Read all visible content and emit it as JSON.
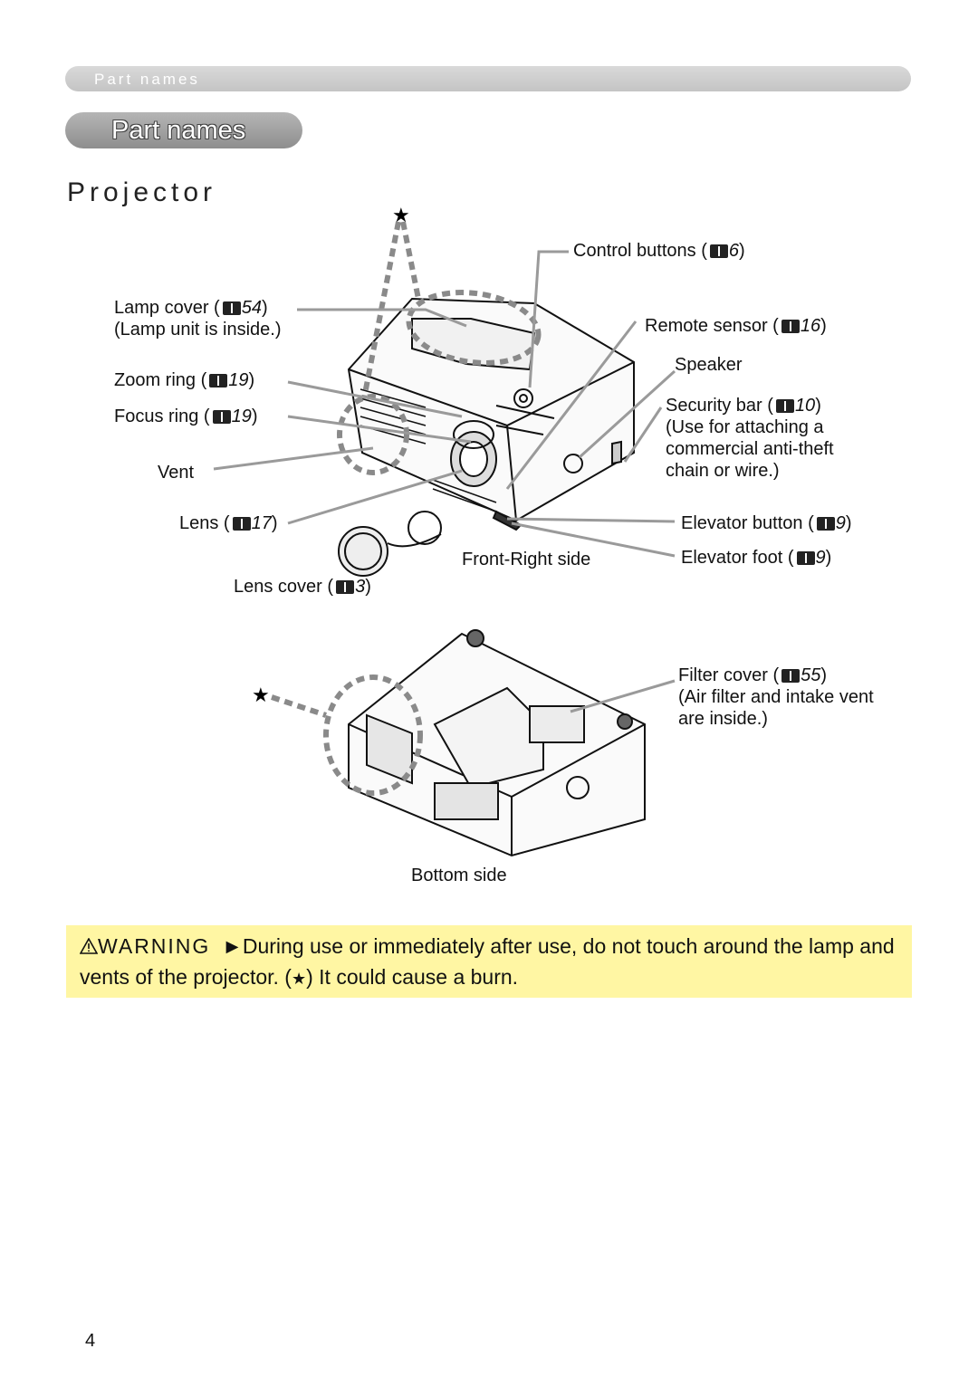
{
  "header": {
    "running_title": "Part names"
  },
  "section": {
    "title": "Part names"
  },
  "heading": "Projector",
  "labels": {
    "control_buttons": {
      "text": "Control buttons (",
      "page": "6"
    },
    "lamp_cover": {
      "text": "Lamp cover (",
      "page": "54",
      "note": "(Lamp unit is inside.)"
    },
    "remote_sensor": {
      "text": "Remote sensor (",
      "page": "16"
    },
    "speaker": "Speaker",
    "zoom_ring": {
      "text": "Zoom ring (",
      "page": "19"
    },
    "focus_ring": {
      "text": "Focus ring (",
      "page": "19"
    },
    "security_bar": {
      "text": "Security bar (",
      "page": "10",
      "line2": "(Use for attaching a",
      "line3": "commercial anti-theft",
      "line4": "chain or wire.)"
    },
    "vent": "Vent",
    "lens": {
      "text": "Lens (",
      "page": "17"
    },
    "elevator_button": {
      "text": "Elevator button (",
      "page": "9"
    },
    "front_right_side": "Front-Right side",
    "elevator_foot": {
      "text": "Elevator foot (",
      "page": "9"
    },
    "lens_cover": {
      "text": "Lens cover (",
      "page": "3"
    },
    "filter_cover": {
      "text": "Filter cover (",
      "page": "55",
      "line2": "(Air filter and intake vent",
      "line3": "are inside.)"
    },
    "bottom_side": "Bottom side"
  },
  "warning": {
    "heading": "WARNING",
    "text1": "►During use or immediately after use, do not touch around the lamp and vents of the projector. (",
    "text2": ") It could cause a burn."
  },
  "page_number": "4"
}
